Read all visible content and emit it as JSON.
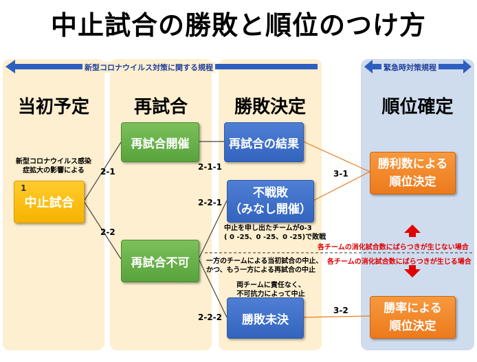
{
  "title": "中止試合の勝敗と順位のつけ方",
  "banners": {
    "left": "新型コロナウイルス対策に関する規程",
    "right": "緊急時対策規程"
  },
  "columns": [
    "当初予定",
    "再試合",
    "勝敗決定",
    "順位確定"
  ],
  "boxes": {
    "cancelled_num": "1",
    "cancelled": "中止試合",
    "rematch_held": "再試合開催",
    "rematch_impossible": "再試合不可",
    "rematch_result": "再試合の結果",
    "forfeit_line1": "不戦敗",
    "forfeit_line2": "（みなし開催）",
    "undecided": "勝敗未決",
    "rank_wins_line1": "勝利数による",
    "rank_wins_line2": "順位決定",
    "rank_rate_line1": "勝率による",
    "rank_rate_line2": "順位決定"
  },
  "notes": {
    "covid_line1": "新型コロナウイルス感染",
    "covid_line2": "症拡大の影響による",
    "forfeit_line1": "中止を申し出たチームが0-3",
    "forfeit_line2": "( 0 -25、0 -25、0 -25)で敗戦",
    "oneteam_line1": "一方のチームによる当初試合の中止、",
    "oneteam_line2": "かつ、もう一方による再試合の中止",
    "both_line1": "両チームに責任なく、",
    "both_line2": "不可抗力によって中止",
    "no_variance": "各チームの消化試合数にばらつきが生じない場合",
    "variance": "各チームの消化試合数にばらつきが生じる場合"
  },
  "labels": {
    "l21": "2-1",
    "l22": "2-2",
    "l211": "2-1-1",
    "l221": "2-2-1",
    "l222": "2-2-2",
    "l31": "3-1",
    "l32": "3-2"
  },
  "colors": {
    "panel_beige": "#fdefcf",
    "panel_blue": "#cfdcee",
    "arrow_blue": "#2e5fc0",
    "green": "#58a33c",
    "blue": "#3364be",
    "orange": "#ec7a1c",
    "yellow": "#f6b300",
    "red": "#e00000"
  }
}
